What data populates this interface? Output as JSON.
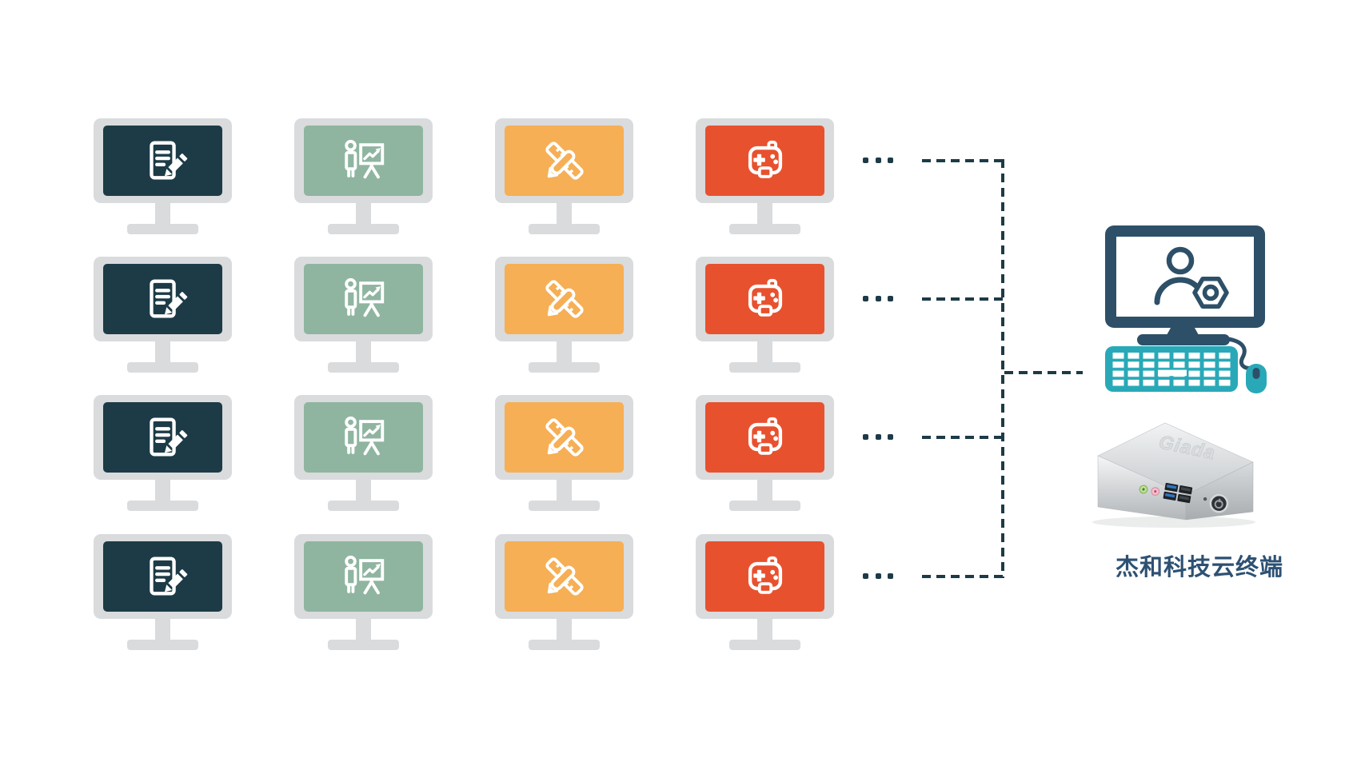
{
  "diagram": {
    "background_color": "#ffffff",
    "client_grid": {
      "rows": 4,
      "columns": 4,
      "monitor_frame_color": "#d9dbdd",
      "clients": [
        {
          "name": "office-documents",
          "icon": "document-edit-icon",
          "screen_color": "#1d3b47"
        },
        {
          "name": "presentation-teaching",
          "icon": "presentation-chart-icon",
          "screen_color": "#8fb5a0"
        },
        {
          "name": "design-drafting",
          "icon": "ruler-pencil-icon",
          "screen_color": "#f6af55"
        },
        {
          "name": "gaming",
          "icon": "gamepad-icon",
          "screen_color": "#e8512e"
        }
      ]
    },
    "connector": {
      "style": "dashed",
      "color": "#1d3b47",
      "row_ellipsis": "...",
      "rows_connected": 4
    },
    "host_workstation": {
      "icon": "admin-computer-icon",
      "screen_icon": "user-gear-icon",
      "monitor_color": "#2d5068",
      "keyboard_mouse_color": "#29a9b8"
    },
    "cloud_terminal": {
      "device": "mini-pc",
      "device_logo": "Giada",
      "label": "杰和科技云终端",
      "label_color": "#2d5173"
    }
  }
}
